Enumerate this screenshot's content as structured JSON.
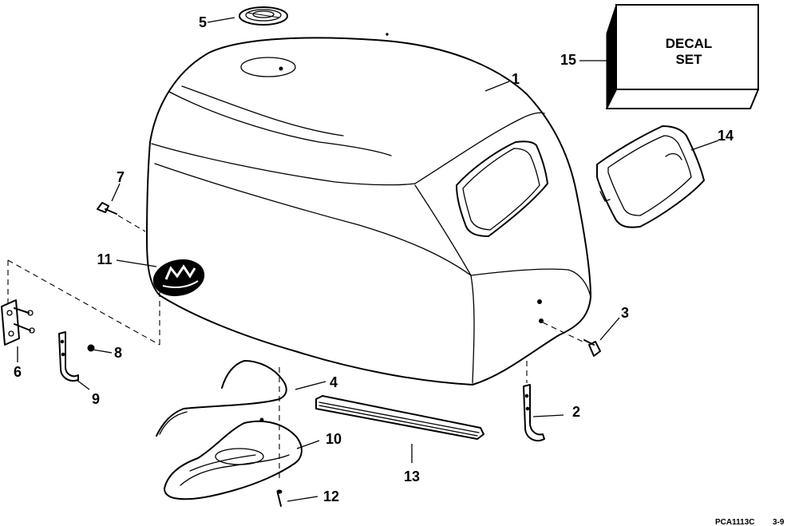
{
  "diagram": {
    "callouts": {
      "c1": "1",
      "c2": "2",
      "c3": "3",
      "c4": "4",
      "c5": "5",
      "c6": "6",
      "c7": "7",
      "c8": "8",
      "c9": "9",
      "c10": "10",
      "c11": "11",
      "c12": "12",
      "c13": "13",
      "c14": "14",
      "c15": "15"
    },
    "decal_box": {
      "line1": "DECAL",
      "line2": "SET"
    },
    "figure_code": "PCA1113C",
    "page_ref": "3-9"
  }
}
